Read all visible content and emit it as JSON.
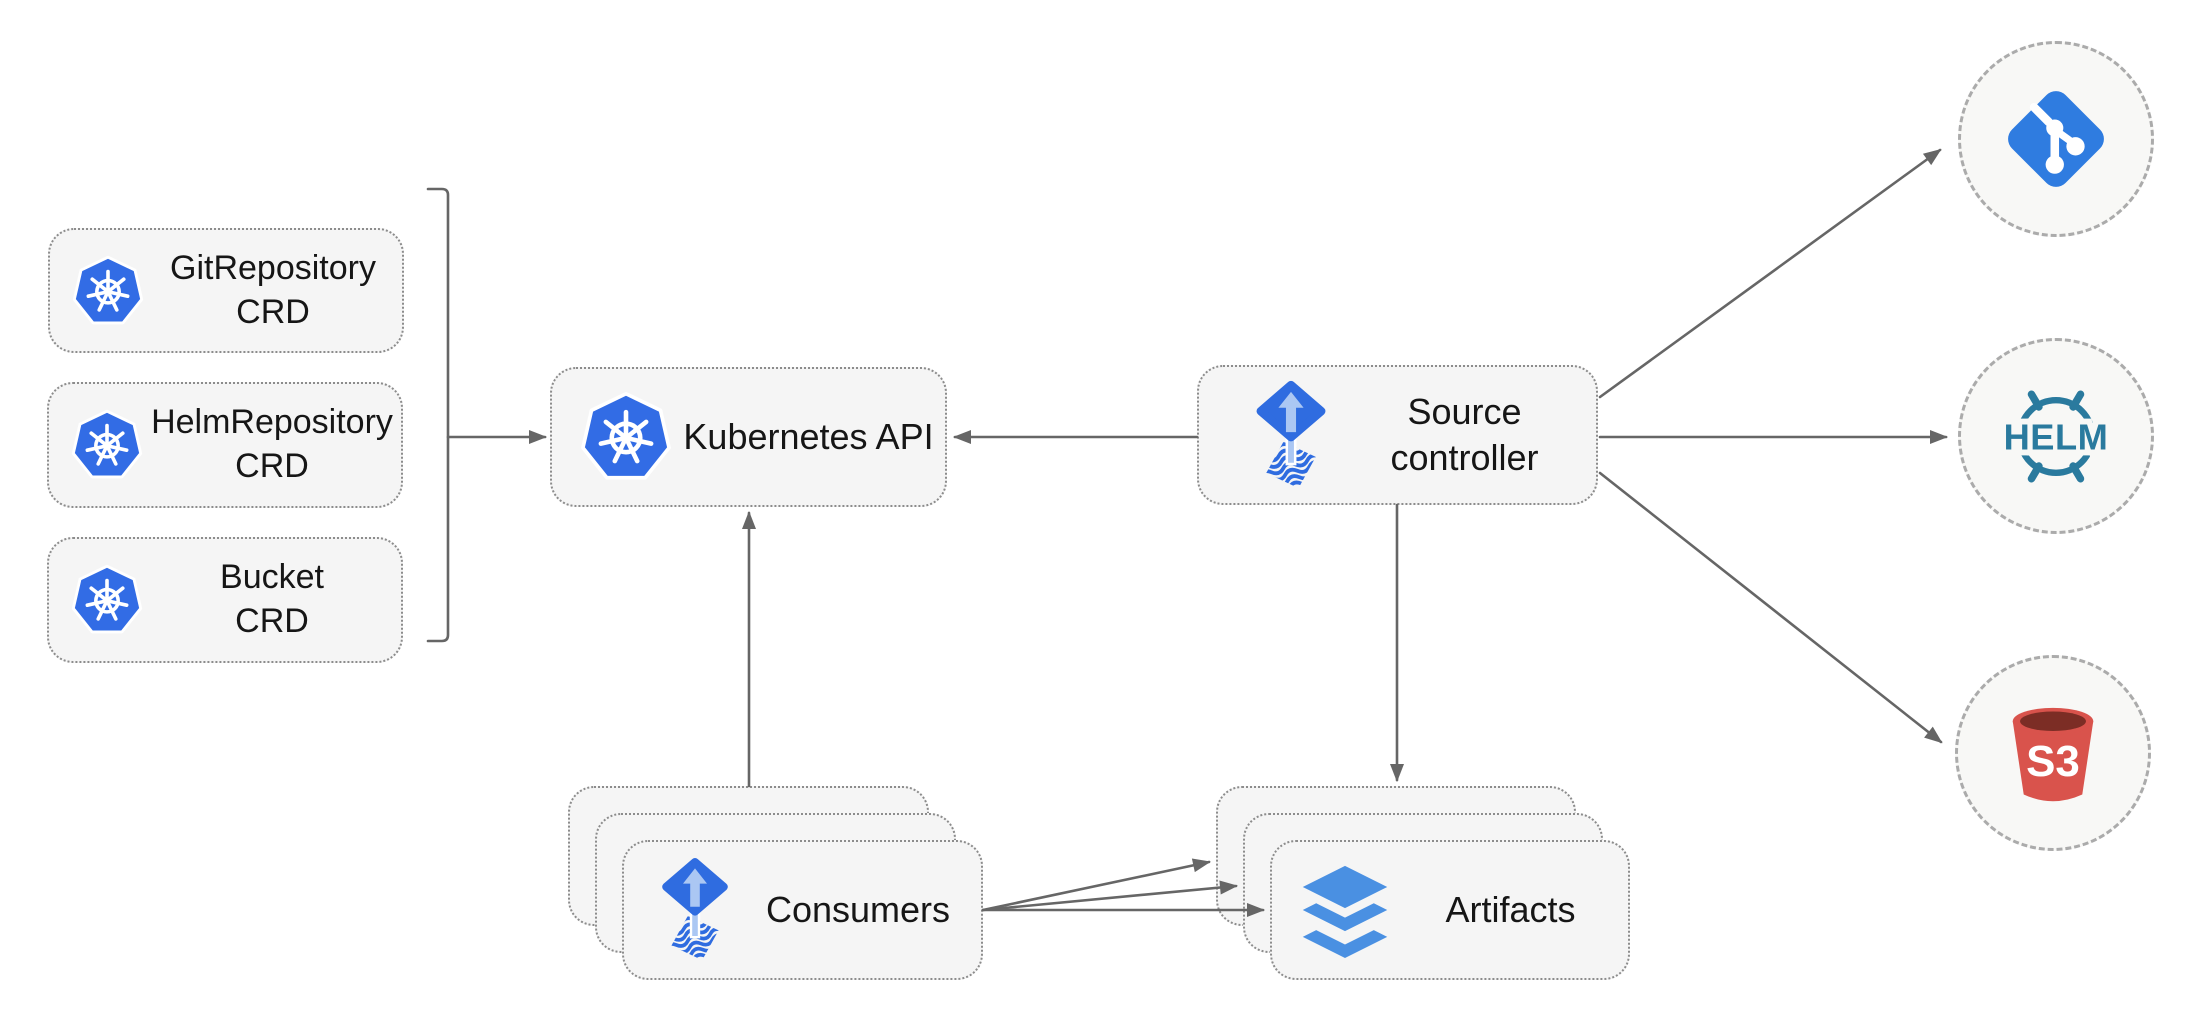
{
  "colors": {
    "kubernetes_blue": "#326ce5",
    "flux_blue": "#2f6ce0",
    "flux_arrow": "#abc7f3",
    "git_blue": "#2f7ce0",
    "helm_teal": "#2a7a9e",
    "s3_red": "#d9534c",
    "s3_dark": "#7c2d25",
    "artifact_blue": "#4a90e2",
    "connector": "#666666",
    "node_fill": "#f5f5f5",
    "node_border": "#8c8c8c",
    "circle_border": "#ababab"
  },
  "nodes": {
    "crd_boxes": [
      {
        "title": "GitRepository",
        "subtitle": "CRD"
      },
      {
        "title": "HelmRepository",
        "subtitle": "CRD"
      },
      {
        "title": "Bucket",
        "subtitle": "CRD"
      }
    ],
    "kubernetes_api": {
      "label": "Kubernetes API"
    },
    "source_controller": {
      "line1": "Source",
      "line2": "controller"
    },
    "consumers": {
      "label": "Consumers"
    },
    "artifacts": {
      "label": "Artifacts"
    }
  },
  "external_sources": {
    "helm_label": "HELM",
    "s3_label": "S3"
  },
  "icons": {
    "kubernetes": "kubernetes-helm-wheel-heptagon",
    "flux_source": "flux-diamond-up-arrow-waves",
    "git": "git-branch-diamond",
    "helm": "helm-ship-wheel-wordmark",
    "s3": "s3-bucket",
    "artifacts": "stacked-layers"
  }
}
